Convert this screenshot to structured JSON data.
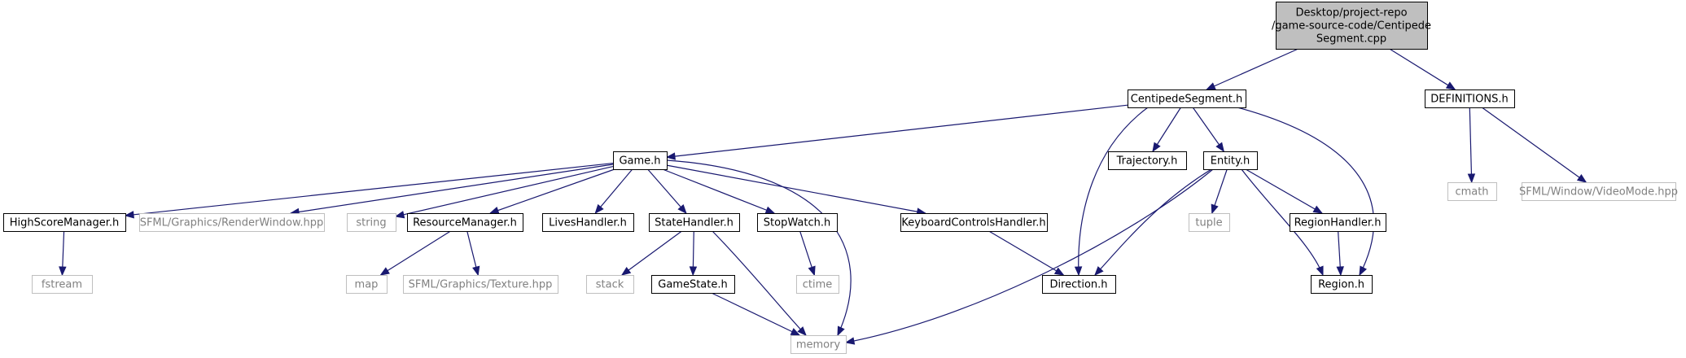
{
  "colors": {
    "edge": "#191970",
    "root_fill": "#bfbfbf",
    "node_border": "#000000",
    "system_border": "#bfbfbf",
    "system_text": "#808080",
    "text": "#000000"
  },
  "nodes": [
    {
      "id": "root",
      "label": [
        "Desktop/project-repo",
        "/game-source-code/Centipede",
        "Segment.cpp"
      ],
      "kind": "root"
    },
    {
      "id": "centipedesegment",
      "label": [
        "CentipedeSegment.h"
      ],
      "kind": "header"
    },
    {
      "id": "definitions",
      "label": [
        "DEFINITIONS.h"
      ],
      "kind": "header"
    },
    {
      "id": "game",
      "label": [
        "Game.h"
      ],
      "kind": "header"
    },
    {
      "id": "trajectory",
      "label": [
        "Trajectory.h"
      ],
      "kind": "header"
    },
    {
      "id": "entity",
      "label": [
        "Entity.h"
      ],
      "kind": "header"
    },
    {
      "id": "cmath",
      "label": [
        "cmath"
      ],
      "kind": "system"
    },
    {
      "id": "videomode",
      "label": [
        "SFML/Window/VideoMode.hpp"
      ],
      "kind": "system"
    },
    {
      "id": "highscore",
      "label": [
        "HighScoreManager.h"
      ],
      "kind": "header"
    },
    {
      "id": "renderwindow",
      "label": [
        "SFML/Graphics/RenderWindow.hpp"
      ],
      "kind": "system"
    },
    {
      "id": "string",
      "label": [
        "string"
      ],
      "kind": "system"
    },
    {
      "id": "resourcemanager",
      "label": [
        "ResourceManager.h"
      ],
      "kind": "header"
    },
    {
      "id": "lives",
      "label": [
        "LivesHandler.h"
      ],
      "kind": "header"
    },
    {
      "id": "statehandler",
      "label": [
        "StateHandler.h"
      ],
      "kind": "header"
    },
    {
      "id": "stopwatch",
      "label": [
        "StopWatch.h"
      ],
      "kind": "header"
    },
    {
      "id": "keyboard",
      "label": [
        "KeyboardControlsHandler.h"
      ],
      "kind": "header"
    },
    {
      "id": "tuple",
      "label": [
        "tuple"
      ],
      "kind": "system"
    },
    {
      "id": "regionhandler",
      "label": [
        "RegionHandler.h"
      ],
      "kind": "header"
    },
    {
      "id": "fstream",
      "label": [
        "fstream"
      ],
      "kind": "system"
    },
    {
      "id": "map",
      "label": [
        "map"
      ],
      "kind": "system"
    },
    {
      "id": "texture",
      "label": [
        "SFML/Graphics/Texture.hpp"
      ],
      "kind": "system"
    },
    {
      "id": "stack",
      "label": [
        "stack"
      ],
      "kind": "system"
    },
    {
      "id": "gamestate",
      "label": [
        "GameState.h"
      ],
      "kind": "header"
    },
    {
      "id": "ctime",
      "label": [
        "ctime"
      ],
      "kind": "system"
    },
    {
      "id": "direction",
      "label": [
        "Direction.h"
      ],
      "kind": "header"
    },
    {
      "id": "region",
      "label": [
        "Region.h"
      ],
      "kind": "header"
    },
    {
      "id": "memory",
      "label": [
        "memory"
      ],
      "kind": "system"
    }
  ],
  "edges": [
    [
      "root",
      "centipedesegment"
    ],
    [
      "root",
      "definitions"
    ],
    [
      "centipedesegment",
      "game"
    ],
    [
      "centipedesegment",
      "direction"
    ],
    [
      "centipedesegment",
      "trajectory"
    ],
    [
      "centipedesegment",
      "entity"
    ],
    [
      "centipedesegment",
      "region"
    ],
    [
      "definitions",
      "cmath"
    ],
    [
      "definitions",
      "videomode"
    ],
    [
      "game",
      "highscore"
    ],
    [
      "game",
      "renderwindow"
    ],
    [
      "game",
      "string"
    ],
    [
      "game",
      "resourcemanager"
    ],
    [
      "game",
      "lives"
    ],
    [
      "game",
      "statehandler"
    ],
    [
      "game",
      "stopwatch"
    ],
    [
      "game",
      "memory"
    ],
    [
      "game",
      "keyboard"
    ],
    [
      "highscore",
      "fstream"
    ],
    [
      "resourcemanager",
      "map"
    ],
    [
      "resourcemanager",
      "texture"
    ],
    [
      "statehandler",
      "stack"
    ],
    [
      "statehandler",
      "gamestate"
    ],
    [
      "statehandler",
      "memory"
    ],
    [
      "stopwatch",
      "ctime"
    ],
    [
      "gamestate",
      "memory"
    ],
    [
      "keyboard",
      "direction"
    ],
    [
      "entity",
      "direction"
    ],
    [
      "entity",
      "memory"
    ],
    [
      "entity",
      "tuple"
    ],
    [
      "entity",
      "regionhandler"
    ],
    [
      "entity",
      "region"
    ],
    [
      "regionhandler",
      "region"
    ]
  ]
}
